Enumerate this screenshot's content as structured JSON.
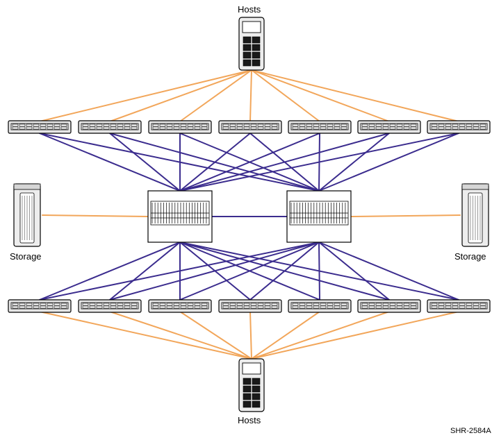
{
  "labels": {
    "hosts_top": "Hosts",
    "hosts_bottom": "Hosts",
    "storage_left": "Storage",
    "storage_right": "Storage",
    "figure_id": "SHR-2584A"
  },
  "colors": {
    "host_link": "#F2A65A",
    "fabric_link": "#3B2C8E",
    "outline": "#000000",
    "switch_fill": "#E6E6E6",
    "device_fill": "#EDEDED"
  },
  "nodes": {
    "host_devices": [
      "hosts-top",
      "hosts-bottom"
    ],
    "storage_devices": [
      "storage-left",
      "storage-right"
    ],
    "core_directors": [
      "director-left",
      "director-right"
    ],
    "edge_switches_top": [
      "edge-top-1",
      "edge-top-2",
      "edge-top-3",
      "edge-top-4",
      "edge-top-5",
      "edge-top-6",
      "edge-top-7"
    ],
    "edge_switches_bottom": [
      "edge-bottom-1",
      "edge-bottom-2",
      "edge-bottom-3",
      "edge-bottom-4",
      "edge-bottom-5",
      "edge-bottom-6",
      "edge-bottom-7"
    ]
  },
  "links": {
    "host_top_to_edges": [
      "edge-top-1",
      "edge-top-2",
      "edge-top-3",
      "edge-top-4",
      "edge-top-5",
      "edge-top-6",
      "edge-top-7"
    ],
    "host_bottom_to_edges": [
      "edge-bottom-1",
      "edge-bottom-2",
      "edge-bottom-3",
      "edge-bottom-4",
      "edge-bottom-5",
      "edge-bottom-6",
      "edge-bottom-7"
    ],
    "edges_to_directors": "each edge switch connects to both core directors",
    "director_to_director": true,
    "storage_to_director": [
      [
        "storage-left",
        "director-left"
      ],
      [
        "storage-right",
        "director-right"
      ]
    ]
  }
}
